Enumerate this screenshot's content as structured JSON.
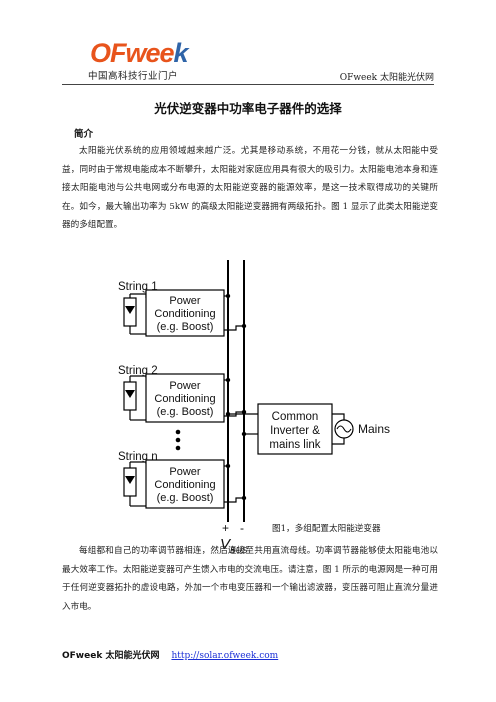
{
  "header": {
    "logo_text_a": "OFwee",
    "logo_text_b": "k",
    "logo_subtitle": "中国高科技行业门户",
    "site_name": "OFweek 太阳能光伏网"
  },
  "article": {
    "title": "光伏逆变器中功率电子器件的选择",
    "section_heading": "简介",
    "paragraph_1": "太阳能光伏系统的应用领域越来越广泛。尤其是移动系统，不用花一分钱，就从太阳能中受益，同时由于常规电能成本不断攀升，太阳能对家庭应用具有很大的吸引力。太阳能电池本身和连接太阳能电池与公共电网或分布电源的太阳能逆变器的能源效率，是这一技术取得成功的关键所在。如今，最大输出功率为 5kW 的高级太阳能逆变器拥有两级拓扑。图 1 显示了此类太阳能逆变器的多组配置。",
    "paragraph_2": "每组都和自己的功率调节器相连，然后连接至共用直流母线。功率调节器能够使太阳能电池以最大效率工作。太阳能逆变器可产生馈入市电的交流电压。请注意，图 1 所示的电源网是一种可用于任何逆变器拓扑的虚设电路，外加一个市电变压器和一个输出滤波器，变压器可阻止直流分量进入市电。"
  },
  "figure": {
    "caption": "图1，多组配置太阳能逆变器",
    "strings": [
      "String 1",
      "String 2",
      "String n"
    ],
    "block_lines": [
      "Power",
      "Conditioning",
      "(e.g. Boost)"
    ],
    "inverter_lines": [
      "Common",
      "Inverter &",
      "mains link"
    ],
    "mains_label": "Mains",
    "plus": "+",
    "minus": "-",
    "vbus_main": "V",
    "vbus_sub": "BUS"
  },
  "footer": {
    "brand": "OFweek 太阳能光伏网",
    "url": "http://solar.ofweek.com"
  }
}
